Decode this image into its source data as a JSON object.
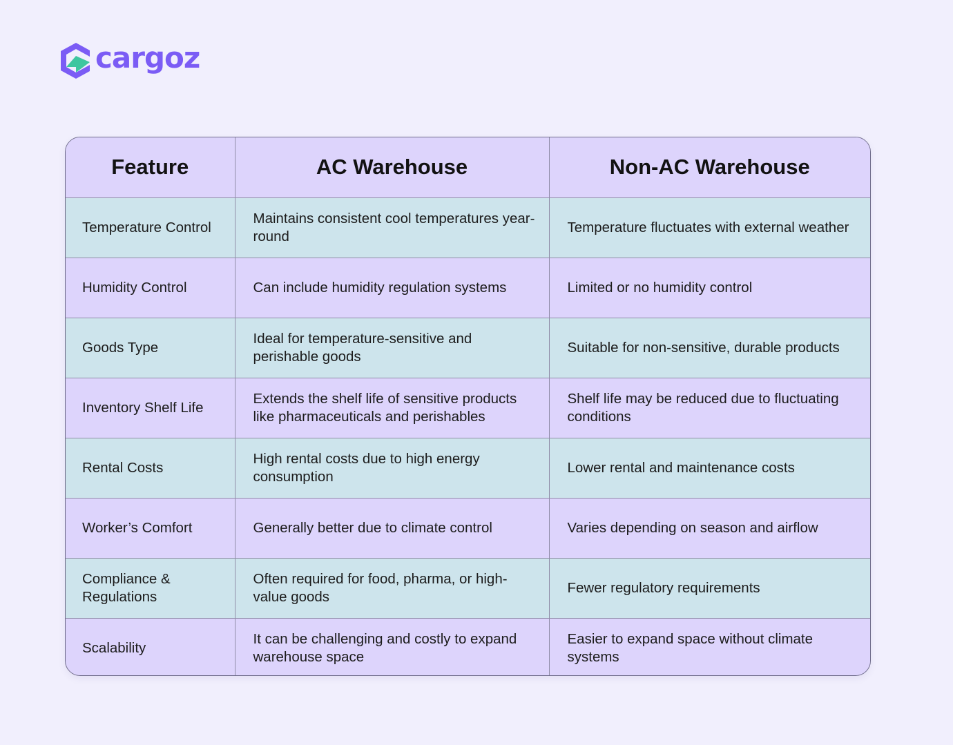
{
  "brand": {
    "name": "cargoz",
    "colors": {
      "primary": "#7b5cf5",
      "accent": "#3ec6a0"
    }
  },
  "table": {
    "headers": [
      "Feature",
      "AC Warehouse",
      "Non-AC Warehouse"
    ],
    "row_colors": {
      "teal": "#cde4ec",
      "lavender": "#ddd4fc",
      "border": "#8f8ca8"
    },
    "rows": [
      [
        "Temperature Control",
        "Maintains consistent cool temperatures year-round",
        "Temperature fluctuates with external weather"
      ],
      [
        "Humidity Control",
        "Can include humidity regulation systems",
        "Limited or no humidity control"
      ],
      [
        "Goods Type",
        "Ideal for temperature-sensitive and perishable goods",
        "Suitable for non-sensitive, durable products"
      ],
      [
        "Inventory Shelf Life",
        "Extends the shelf life of sensitive products like pharmaceuticals and perishables",
        "Shelf life may be reduced due to fluctuating conditions"
      ],
      [
        "Rental Costs",
        "High rental costs due to high energy consumption",
        "Lower rental and maintenance costs"
      ],
      [
        "Worker’s Comfort",
        "Generally better due to climate control",
        "Varies depending on season and airflow"
      ],
      [
        "Compliance & Regulations",
        "Often required for food, pharma, or high-value goods",
        "Fewer regulatory requirements"
      ],
      [
        "Scalability",
        "It can be challenging and costly to expand warehouse space",
        "Easier to expand space without climate systems"
      ]
    ]
  }
}
